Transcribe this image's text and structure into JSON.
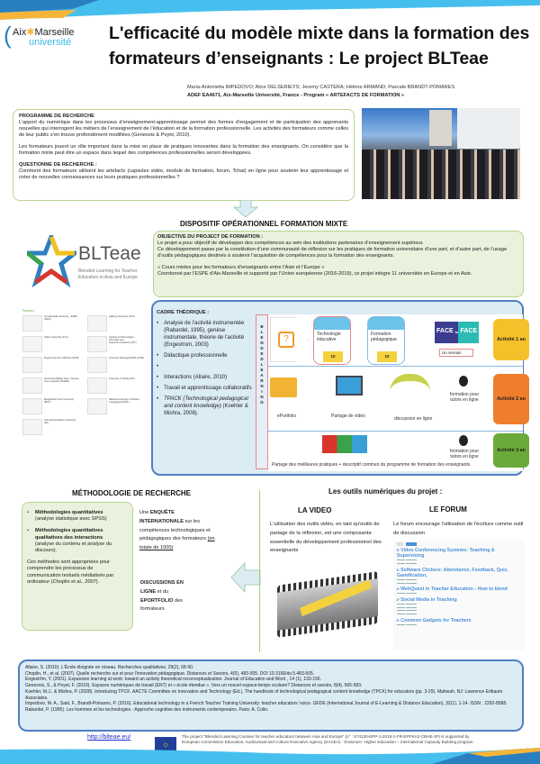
{
  "header": {
    "logo_top": "Aix",
    "logo_top2": "Marseille",
    "logo_bottom": "université",
    "title_line1": "L'efficacité du modèle mixte dans la formation des",
    "title_line2": "formateurs d’enseignants : Le project BLTeae",
    "authors": "Maria-Antonietta IMPEDOVO; Alice DELSERIEYS; Jeremy CASTERA; Hélène ARMAND; Pascale BRANDT-POMARES",
    "affiliation": "ADEF EA4671, Aix-Marseille Université, France - Program « ARTEFACTS DE FORMATION »"
  },
  "programme": {
    "heading": "PROGRAMME DE RECHERCHE",
    "p1": "L’apport du numérique dans les processus d’enseignement-apprentissage permet des formes d’engagement et de participation des apprenants nouvelles qui interrogent les métiers de l’enseignement de l’éducation et de la formation professionnelle. Les activités des formateurs comme celles de leur public s’en trouve profondément modifiées (Genevois & Poyet, 2010).",
    "p2": "Les formateurs jouent un rôle important dans la mise en place de pratiques innovantes dans la formation des enseignants. On considère que la formation mixte peut être un espace dans lequel des compétences professionnelles seront développées.",
    "q_heading": "QUESTIONNE DE RECHERCHE :",
    "q": "Comment des formateurs utilisent les artefacts (capsules vidéo, module de formation, forum, Tchat) en ligne pour soutenir leur apprentissage et créer de nouvelles connaissances sur leurs pratiques professionnelles ?"
  },
  "dispositif": {
    "heading": "DISPOSITIF OPÉRATIONNEL FORMATION MIXTE",
    "obj_heading": "OBJECTIVE DU PROJECT DE FORMATION :",
    "obj1": "Le projet a pour objectif de développer des compétences au sein des institutions partenaires d’enseignement supérieur.",
    "obj2": "Ce développement passe par la constitution d’une communauté de réflexion sur les pratiques de formation universitaire d’une part, et d’autre part, de l’usage d’outils pédagogiques destinés à soutenir l’acquisition de compétences pour la formation des enseignants.",
    "obj3": "« Cours mixtes pour les formateurs d’enseignants entre l’Asie et l’Europe »",
    "obj4": "Coordonné par l’ESPE d’Aix-Marseille et supporté par l’Union européenne (2016-2019),  ce projet intègre 11 universités en Europe et en Asie."
  },
  "blteae": {
    "name": "BLTeae",
    "tagline1": "Blended Learning for Teacher",
    "tagline2": "Educators in Asia and Europe"
  },
  "partners": {
    "heading": "Partners",
    "items": [
      "Aix-Marseille University – ESPE (AMU)",
      "Aalborg University (AAU)",
      "Tallinn University (TLU)",
      "Institute of Technologies, Informatic and Telecommunications (IITT)",
      "Royal University of Bhutan (RUB)",
      "Universiti Teknologi MARA (UiTM)",
      "Institut Pendidikan Guru, Kampus Ilmu Linguistik (IPGKBL)",
      "University of Dhaka (DU)",
      "Bangladesh Open University (BOU)",
      "National University of Modern Languages (NUML)",
      "International Islamic University (IIU)"
    ]
  },
  "cadre": {
    "heading": "CADRE THÉORIQUE :",
    "items": [
      "Analyse de l’activité instrumentée (Rabardel, 1995), genèse instrumentale, théorie de l’activité (Engestrom, 2003)",
      "Didactique professionnelle",
      "",
      "Interactions (Allaire, 2010)",
      "Travail et apprentissage collaboratifs"
    ],
    "tpack_it": "TPACK (Technological pedagogical and content knowledge)",
    "tpack_rest": " (Koehler & Mishra, 2008)."
  },
  "diagram": {
    "vertical": "BLENDED LEARNING",
    "techno": "Technologie éducative",
    "formation": "Formation pédagogique",
    "count1": "10",
    "count2": "10",
    "face": "FACE",
    "to": "to",
    "face2": "FACE",
    "semaine": "Un semain",
    "eportfolio": "ePortfolio",
    "video": "Partage de vidéo",
    "discussion": "discussion en ligne",
    "tutor1": "formation pour tutors en ligne",
    "tutor2": "formation pour tutors en ligne",
    "best": "Partage des meilleures pratiques + descriptif commun du programme de formation des enseignants",
    "act1": "Activité 1 an",
    "act2": "Activité 2 an",
    "act3": "Activité 3 an",
    "colors": {
      "act1": "#f6c02a",
      "act2": "#ee7d2c",
      "act3": "#6aaa3a"
    }
  },
  "methodo": {
    "heading": "MÉTHODOLOGIE DE RECHERCHE",
    "b1_bold": "Méthodologies quantitatives",
    "b1": "(analyse statistique avec SPSS)",
    "b2_bold": "Méthodologies quantitatives qualitatives des interactions",
    "b2": "(analyse du contenu et analyse du discours).",
    "p": "Ces méthodes sont appropriées pour comprendre les processus de communication textuels médiatisés par ordinateur (Choplin et al., 2007).",
    "s1a": "Une ",
    "s1b": "ENQUÊTE INTERNATIONALE",
    "s1c": " sur les compétences technologiques et pédagogiques des formateurs ",
    "s1d": "(en totale de 1000)",
    "s2a": "DISCUSSIONS EN LIGNE",
    "s2b": " et du ",
    "s2c": "EPORTFOLIO",
    "s2d": " des formateurs"
  },
  "outils": {
    "heading": "Les outils numériques du projet :",
    "video_h": "LA VIDEO",
    "video_t": "L’utilisation des outils vidéo, en tant qu'outils de partage de la réflexion, est une composante essentielle du développement professionnel des enseignants",
    "forum_h": "LE FORUM",
    "forum_t": "Le forum encourage l'utilisation de l'écriture comme outil de discussion",
    "forum_topics": [
      "Video Conferencing Systems: Teaching & Supervising",
      "Software Clickers: Attendance, Feedback, Quiz, Gamification,",
      "WebQuest in Teacher Education - How to blend",
      "Social Media in Teaching",
      "Common Gadgets for Teachers"
    ]
  },
  "references": [
    "Allaire, S. (2010). L’École éloignée en réseau. Recherches qualitatives, 29(2), 68-90.",
    "Choplin, H., et al. (2007). Quelle recherche sur et pour l'innovation pédagogique. Distances et Savoirs, 4(5), 483-505. DOI 10.3166/ds.5.483-505.",
    "Engestrîm, Y. (2001). Expansive learning at work: toward an activity theoretical reconceptualization. Journal of Education and Work , 14 (1), 133-156.",
    "Genevois, S., & Poyet, F. (2010). Espaces numériques de travail (ENT) et « école étendue ». Vers un nouvel espace-temps scolaire? Distances et savoirs, 8(4), 565-583.",
    "Koehler, M.J., & Mishra, P. (2008). Introducing TPCK. AACTE Committee on Innovation and Technology (Ed.), The handbook of technological pedagogical content knowledge (TPCK) for educators (pp. 3-29). Mahwah, NJ: Lawrence Erlbaum Associates.",
    "Impedovo, M. A., Said, F., Brandt-Pomares, P. (2016). Educational technology in a French Teacher Training University: teacher educators 'voice. IJEDE (International Journal of E-Learning & Distance Education), 32(1), 1-14. ISSN : 2292-8588.",
    "Rabardel, P. (1995). Les hommes et les technologies - Approche cognitive des instruments contemporains. Paris: A. Colin."
  ],
  "footer": {
    "link": "http://blteae.eu/",
    "text": "The project \"Blended Learning Courses for teacher educators between Asia and Europe\" (n° : 574130-EPP-1-2016-1-FR-EPPKA2-CBHE-JP) is supported by European Commission Education, Audiovisual and Culture Executive Agency (EACEA) - Erasmus+  Higher Education – International Capacity Building program."
  },
  "colors": {
    "banner_blue": "#3bb9e8",
    "banner_dark": "#2a7fc0",
    "banner_orange": "#f5b53a",
    "box_green": "#eaf1dc",
    "box_blue": "#dcecf5"
  }
}
